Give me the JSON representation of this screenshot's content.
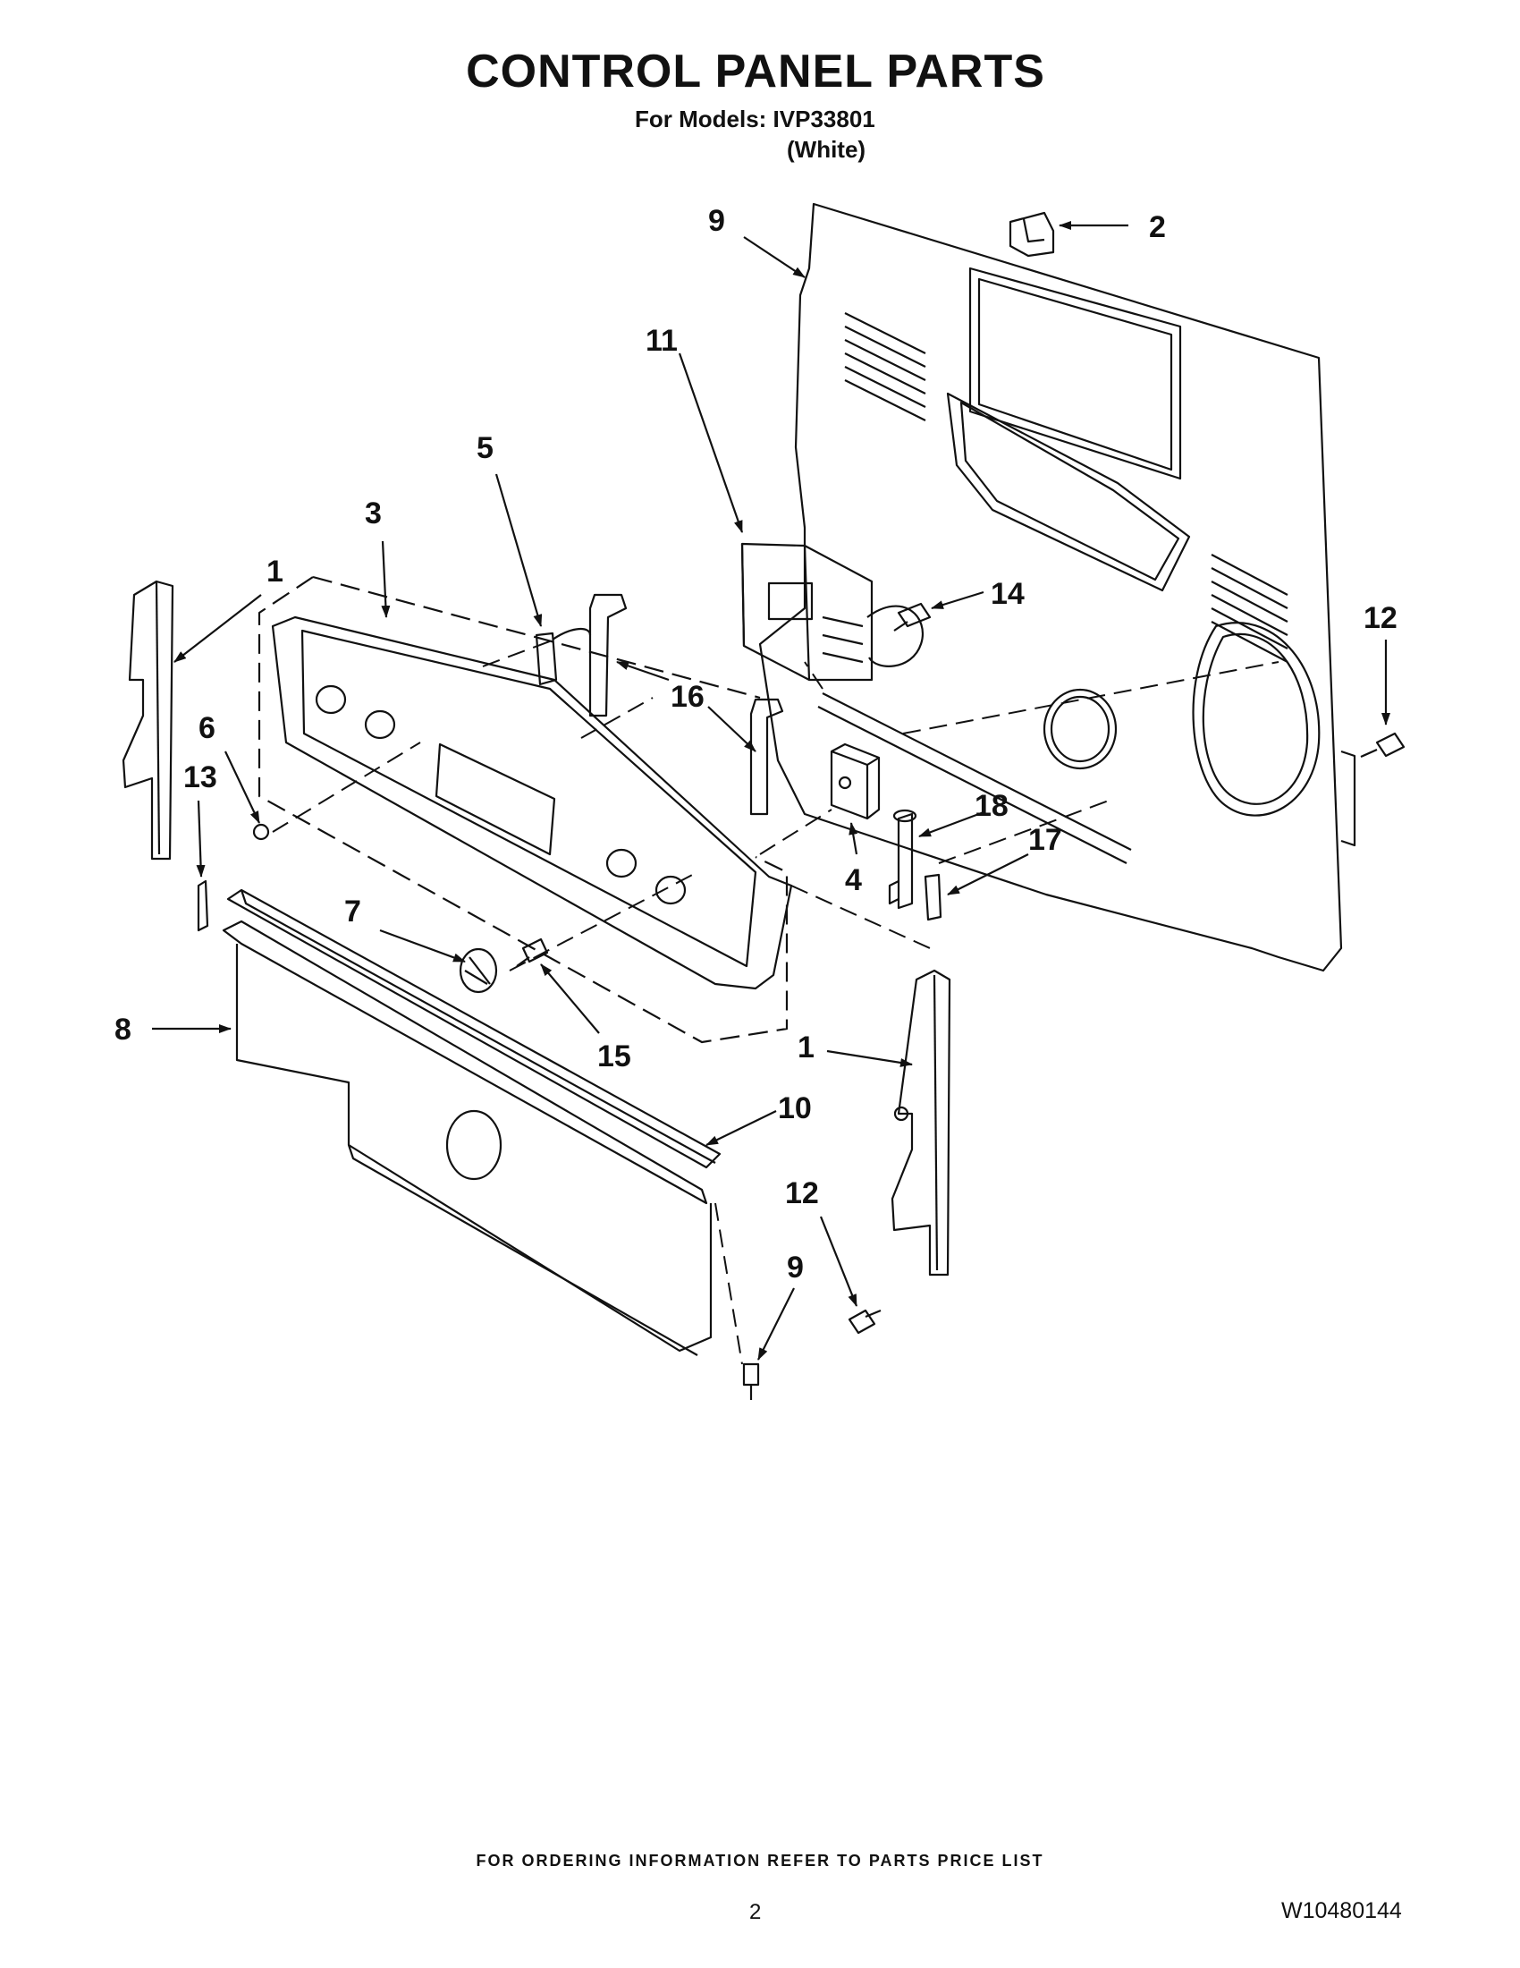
{
  "page": {
    "title": "CONTROL PANEL PARTS",
    "models_line": "For Models: IVP33801",
    "color_line": "(White)",
    "footer_note": "FOR ORDERING INFORMATION REFER TO PARTS PRICE LIST",
    "page_number": "2",
    "document_number": "W10480144"
  },
  "callouts": [
    {
      "id": "c9a",
      "label": "9"
    },
    {
      "id": "c2",
      "label": "2"
    },
    {
      "id": "c11",
      "label": "11"
    },
    {
      "id": "c5",
      "label": "5"
    },
    {
      "id": "c3",
      "label": "3"
    },
    {
      "id": "c1a",
      "label": "1"
    },
    {
      "id": "c14",
      "label": "14"
    },
    {
      "id": "c12a",
      "label": "12"
    },
    {
      "id": "c16",
      "label": "16"
    },
    {
      "id": "c6",
      "label": "6"
    },
    {
      "id": "c13",
      "label": "13"
    },
    {
      "id": "c18",
      "label": "18"
    },
    {
      "id": "c4",
      "label": "4"
    },
    {
      "id": "c17",
      "label": "17"
    },
    {
      "id": "c7",
      "label": "7"
    },
    {
      "id": "c8",
      "label": "8"
    },
    {
      "id": "c15",
      "label": "15"
    },
    {
      "id": "c1b",
      "label": "1"
    },
    {
      "id": "c10",
      "label": "10"
    },
    {
      "id": "c12b",
      "label": "12"
    },
    {
      "id": "c9b",
      "label": "9"
    }
  ]
}
